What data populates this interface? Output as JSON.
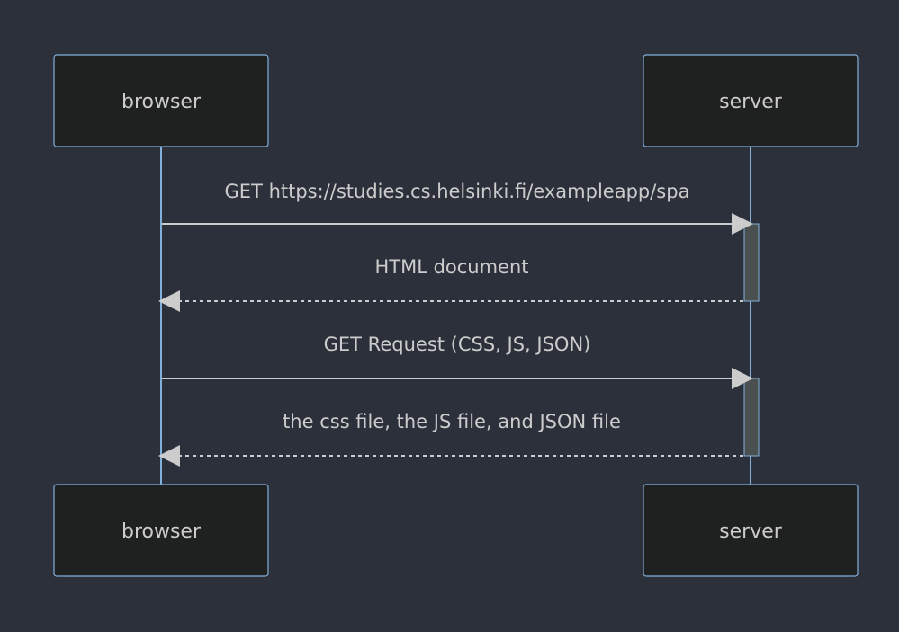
{
  "diagram": {
    "participants": [
      {
        "id": "browser",
        "label": "browser"
      },
      {
        "id": "server",
        "label": "server"
      }
    ],
    "messages": [
      {
        "from": "browser",
        "to": "server",
        "text": "GET https://studies.cs.helsinki.fi/exampleapp/spa",
        "style": "solid"
      },
      {
        "from": "server",
        "to": "browser",
        "text": "HTML document",
        "style": "dashed"
      },
      {
        "from": "browser",
        "to": "server",
        "text": "GET Request (CSS, JS, JSON)",
        "style": "solid"
      },
      {
        "from": "server",
        "to": "browser",
        "text": "the css file, the JS file, and JSON file",
        "style": "dashed"
      }
    ]
  },
  "colors": {
    "background": "#2b303b",
    "box_fill": "#1f2020",
    "box_stroke": "#81b1db",
    "lifeline": "#81b1db",
    "message_line": "#cccccc",
    "text": "#cccccc",
    "activation_fill": "#4a4f4f"
  }
}
